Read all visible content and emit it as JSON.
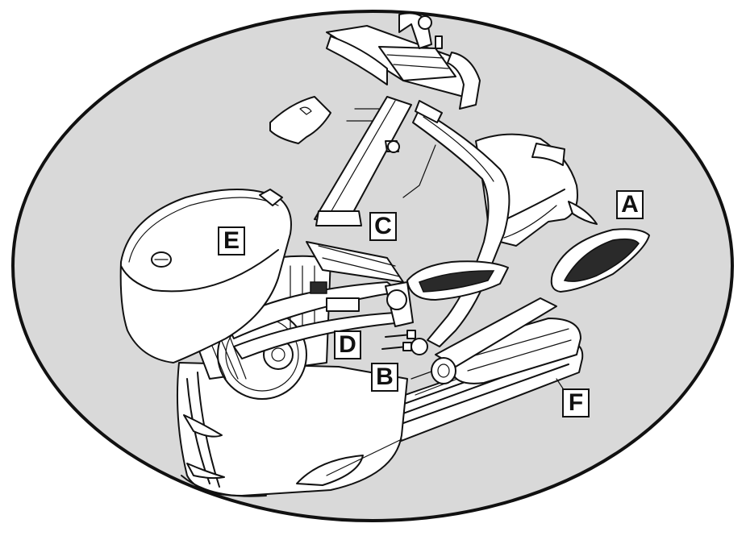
{
  "colors": {
    "background": "#d9d9d9",
    "outline": "#111111",
    "part_fill": "#ffffff"
  },
  "callouts": [
    {
      "id": "a",
      "label": "A"
    },
    {
      "id": "b",
      "label": "B"
    },
    {
      "id": "c",
      "label": "C"
    },
    {
      "id": "d",
      "label": "D"
    },
    {
      "id": "e",
      "label": "E"
    },
    {
      "id": "f",
      "label": "F"
    }
  ]
}
